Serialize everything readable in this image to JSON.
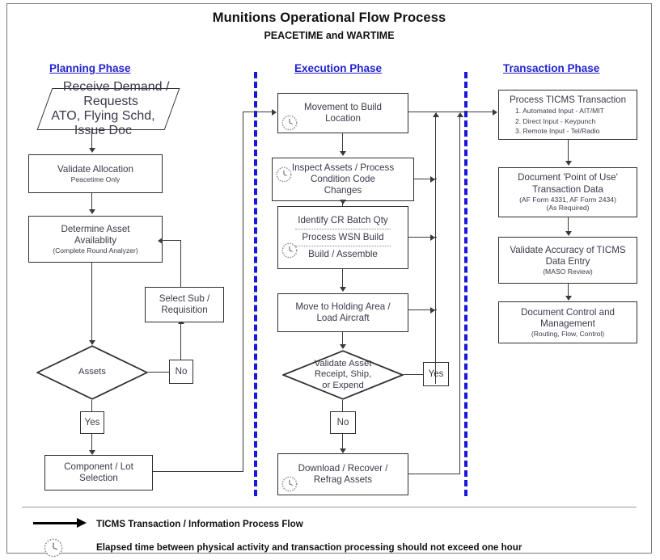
{
  "title": {
    "main": "Munitions Operational Flow Process",
    "sub": "PEACETIME and  WARTIME"
  },
  "phases": [
    {
      "id": "planning",
      "label": "Planning Phase"
    },
    {
      "id": "execution",
      "label": "Execution Phase"
    },
    {
      "id": "transaction",
      "label": "Transaction Phase"
    }
  ],
  "planning": {
    "receive_demand": {
      "line1": "Receive Demand /",
      "line2": "Requests",
      "note": "ATO, Flying Schd, Issue Doc"
    },
    "validate_allocation": {
      "line1": "Validate Allocation",
      "note": "Peacetime Only"
    },
    "determine_asset": {
      "line1": "Determine Asset",
      "line2": "Availablity",
      "note": "(Complete Round Analyzer)"
    },
    "select_sub": {
      "line1": "Select Sub /",
      "line2": "Requisition"
    },
    "assets_decision": {
      "label": "Assets"
    },
    "no_label": "No",
    "yes_label": "Yes",
    "component_lot": {
      "line1": "Component / Lot",
      "line2": "Selection"
    }
  },
  "execution": {
    "movement": {
      "line1": "Movement to Build",
      "line2": "Location"
    },
    "inspect": {
      "line1": "Inspect Assets / Process",
      "line2": "Condition Code",
      "line3": "Changes"
    },
    "build": {
      "line1": "Identify CR Batch Qty",
      "line2": "Process WSN Build",
      "line3": "Build / Assemble"
    },
    "move_holding": {
      "line1": "Move to Holding Area /",
      "line2": "Load Aircraft"
    },
    "validate_decision": {
      "line1": "Validate Asset",
      "line2": "Receipt, Ship,",
      "line3": "or Expend"
    },
    "yes_label": "Yes",
    "no_label": "No",
    "download": {
      "line1": "Download / Recover /",
      "line2": "Refrag Assets"
    }
  },
  "transaction": {
    "process_ticms": {
      "title": "Process TICMS Transaction",
      "items": [
        "1.  Automated Input - AIT/MIT",
        "2.  Direct Input - Keypunch",
        "3.  Remote Input - Tel/Radio"
      ]
    },
    "document_point": {
      "line1": "Document 'Point of Use'",
      "line2": "Transaction Data",
      "note1": "(AF Form 4331, AF Form 2434)",
      "note2": "(As Required)"
    },
    "validate_accuracy": {
      "line1": "Validate Accuracy of TICMS",
      "line2": "Data Entry",
      "note": "(MASO Review)"
    },
    "document_control": {
      "line1": "Document Control and",
      "line2": "Management",
      "note": "(Routing, Flow, Control)"
    }
  },
  "legend": {
    "arrow_text": "TICMS Transaction / Information Process Flow",
    "clock_text": "Elapsed time between physical activity and transaction processing should not exceed one hour"
  },
  "colors": {
    "phase_heading": "#2222cc",
    "divider": "#1a18d8",
    "node_border": "#2f2f2f",
    "node_text": "#3a3a4a",
    "connector": "#3a3a3a"
  }
}
